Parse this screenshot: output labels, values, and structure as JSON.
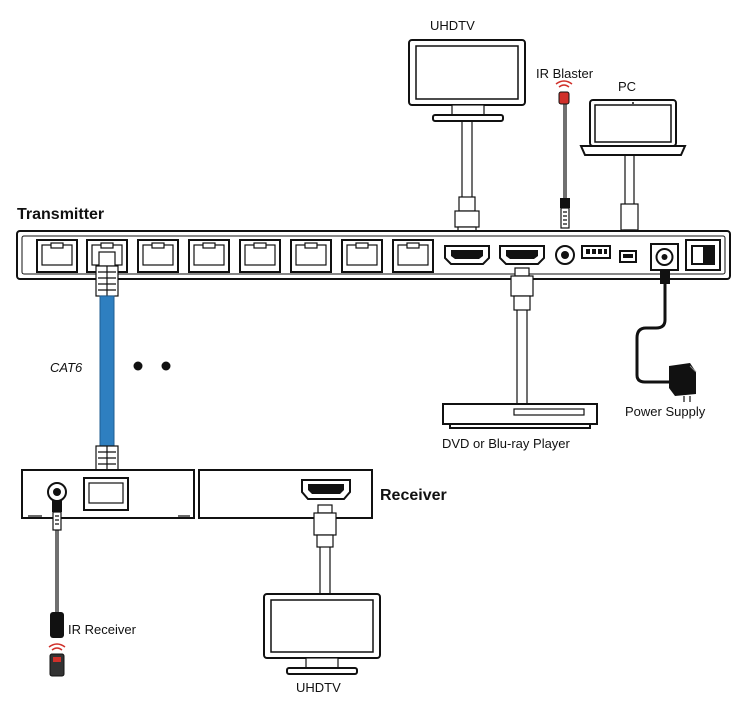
{
  "labels": {
    "uhdtv_top": "UHDTV",
    "ir_blaster": "IR Blaster",
    "pc": "PC",
    "transmitter": "Transmitter",
    "cat6": "CAT6",
    "dvd": "DVD or Blu-ray Player",
    "power_supply": "Power Supply",
    "receiver": "Receiver",
    "ir_receiver": "IR Receiver",
    "uhdtv_bottom": "UHDTV"
  },
  "colors": {
    "cat6_cable": "#2E7FC0",
    "ir_red": "#D0302A",
    "ink": "#111111"
  },
  "icons": {
    "tv": "monitor-icon",
    "pc": "laptop-icon",
    "player": "media-player-icon",
    "power": "power-adapter-icon",
    "ir": "ir-signal-icon"
  }
}
